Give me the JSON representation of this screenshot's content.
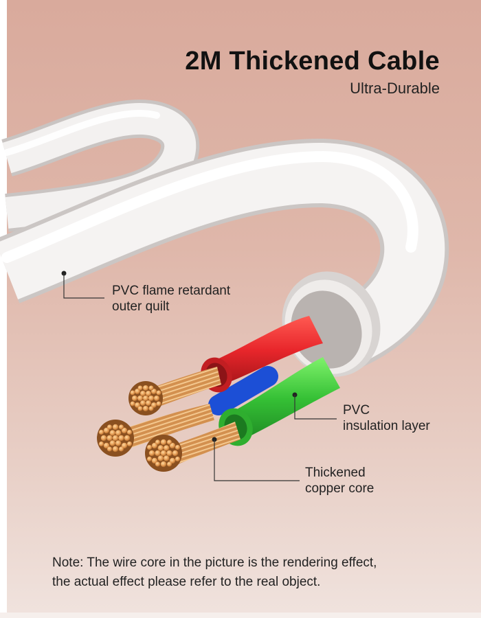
{
  "header": {
    "title": "2M Thickened Cable",
    "subtitle": "Ultra-Durable"
  },
  "callouts": {
    "outer": {
      "line1": "PVC flame retardant",
      "line2": "outer quilt"
    },
    "insulation": {
      "line1": "PVC",
      "line2": "insulation layer"
    },
    "copper": {
      "line1": "Thickened",
      "line2": "copper core"
    }
  },
  "note": {
    "line1": "Note: The wire core in the picture is the rendering effect,",
    "line2": "the actual effect please refer to the real object."
  },
  "colors": {
    "background": "#dfb7aa",
    "cable": "#f4f4f4",
    "red_wire": "#e8262b",
    "green_wire": "#35c035",
    "blue_wire": "#1c4fd6",
    "copper": "#d08a4a"
  }
}
